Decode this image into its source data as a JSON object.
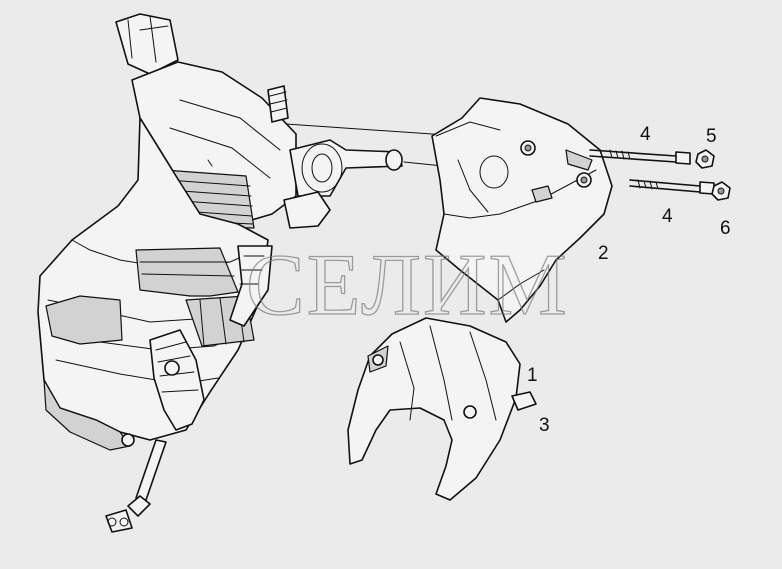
{
  "watermark": "СЕЛИМ",
  "callouts": [
    {
      "id": "1",
      "label": "1"
    },
    {
      "id": "2",
      "label": "2"
    },
    {
      "id": "3",
      "label": "3"
    },
    {
      "id": "4a",
      "label": "4"
    },
    {
      "id": "4b",
      "label": "4"
    },
    {
      "id": "5",
      "label": "5"
    },
    {
      "id": "6",
      "label": "6"
    }
  ],
  "colors": {
    "background": "#ebebeb",
    "line": "#111111",
    "watermark": "#7a7a7a"
  }
}
